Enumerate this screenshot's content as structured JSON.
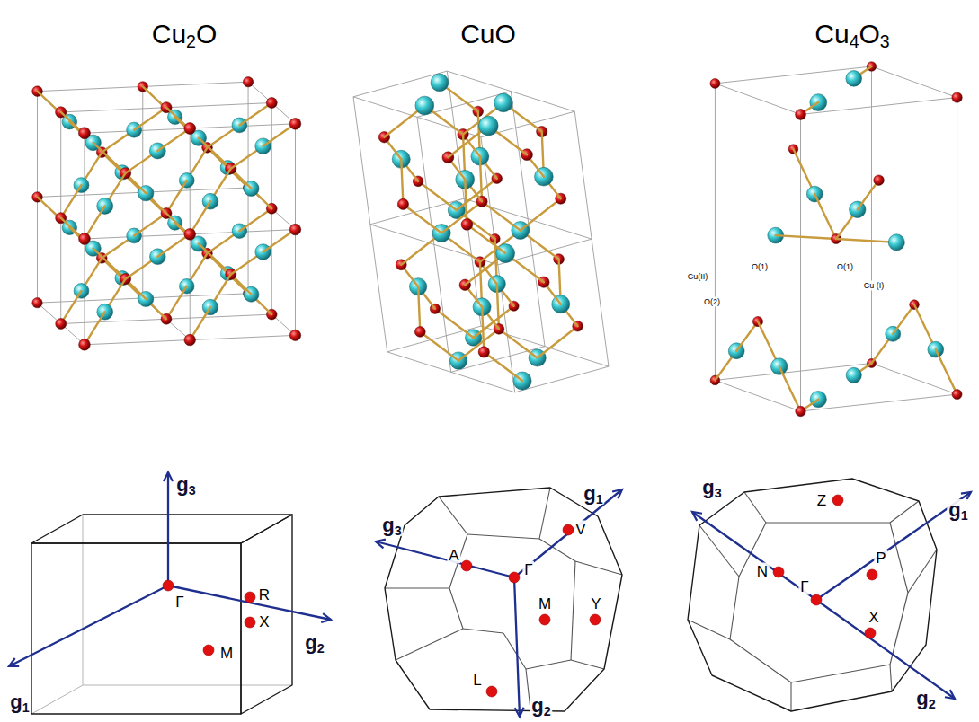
{
  "diagram": {
    "labels": [
      "Cu2O",
      "CuO",
      "Cu4O3",
      "O(1)",
      "O(1)",
      "Cu (I)",
      "Cu(II)",
      "O(2)",
      "g3",
      "R",
      "Γ",
      "X",
      "M",
      "g2",
      "g1",
      "g1",
      "V",
      "g3",
      "A",
      "Γ",
      "M",
      "Y",
      "L",
      "g2",
      "g3",
      "Z",
      "P",
      "g1",
      "N",
      "Γ",
      "X",
      "g2"
    ]
  }
}
